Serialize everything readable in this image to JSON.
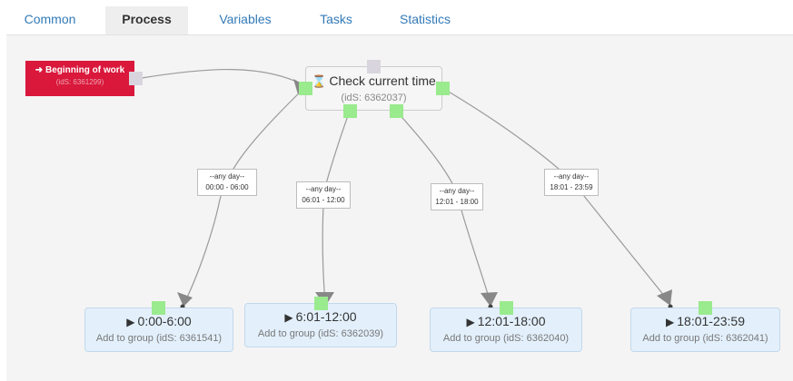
{
  "tabs": [
    {
      "label": "Common",
      "active": false
    },
    {
      "label": "Process",
      "active": true
    },
    {
      "label": "Variables",
      "active": false
    },
    {
      "label": "Tasks",
      "active": false
    },
    {
      "label": "Statistics",
      "active": false
    }
  ],
  "colors": {
    "start_node": "#d9183b",
    "output_port": "#9aea8e",
    "input_port": "#d9d5de",
    "action_node": "#e3f0fc",
    "canvas": "#f4f4f4"
  },
  "start_node": {
    "icon": "sign-in-icon",
    "title": "Beginning of work",
    "id_text": "(idS: 6361299)"
  },
  "condition_node": {
    "icon": "hourglass-icon",
    "title": "Check current time",
    "id_text": "(idS: 6362037)"
  },
  "edges": [
    {
      "line1": "--any day--",
      "line2": "00:00 - 06:00"
    },
    {
      "line1": "--any day--",
      "line2": "06:01 - 12:00"
    },
    {
      "line1": "--any day--",
      "line2": "12:01 - 18:00"
    },
    {
      "line1": "--any day--",
      "line2": "18:01 - 23:59"
    }
  ],
  "actions": [
    {
      "icon": "play-icon",
      "title": "0:00-6:00",
      "subtitle": "Add to group (idS: 6361541)"
    },
    {
      "icon": "play-icon",
      "title": "6:01-12:00",
      "subtitle": "Add to group (idS: 6362039)"
    },
    {
      "icon": "play-icon",
      "title": "12:01-18:00",
      "subtitle": "Add to group (idS: 6362040)"
    },
    {
      "icon": "play-icon",
      "title": "18:01-23:59",
      "subtitle": "Add to group (idS: 6362041)"
    }
  ]
}
